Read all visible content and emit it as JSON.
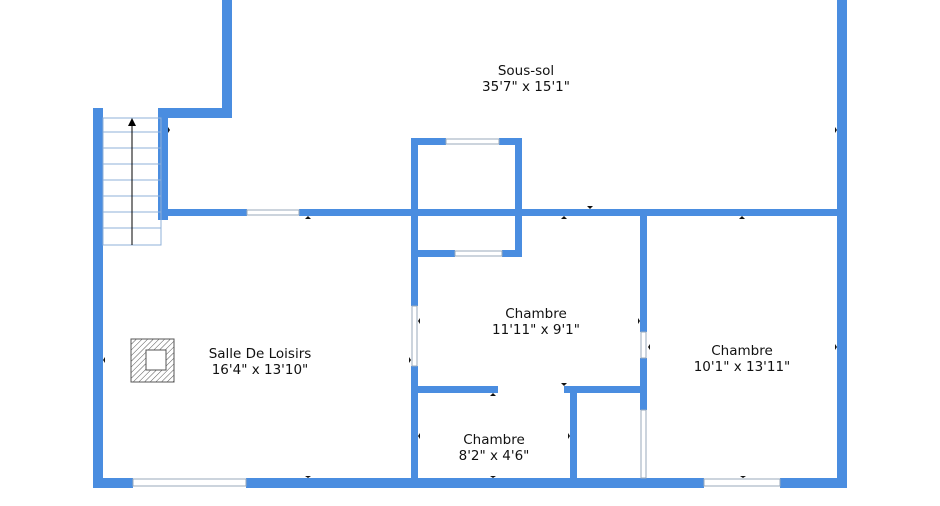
{
  "rooms": [
    {
      "name": "Sous-sol",
      "dims": "35'7\" x 15'1\""
    },
    {
      "name": "Chambre",
      "dims": "11'11\" x 9'1\""
    },
    {
      "name": "Chambre",
      "dims": "10'1\" x 13'11\""
    },
    {
      "name": "Salle De Loisirs",
      "dims": "16'4\" x 13'10\""
    },
    {
      "name": "Chambre",
      "dims": "8'2\" x 4'6\""
    }
  ],
  "colors": {
    "wall": "#4a8de0",
    "text": "#111111",
    "stairs": "#8fb0d8",
    "fireplace": "#555555"
  }
}
